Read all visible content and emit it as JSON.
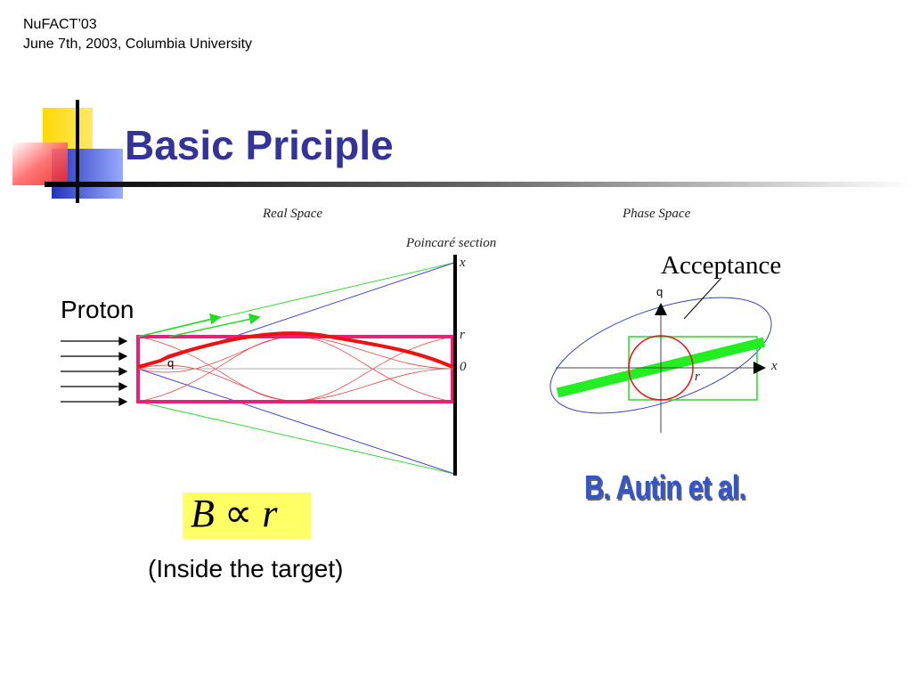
{
  "header": {
    "conference": "NuFACT’03",
    "date_location": "June 7th, 2003, Columbia University"
  },
  "slide": {
    "title": "Basic Priciple"
  },
  "real_space": {
    "heading": "Real Space",
    "poincare_label": "Poincaré section",
    "axis_x": "x",
    "axis_r": "r",
    "axis_0": "0",
    "q_label": "q",
    "proton_label": "Proton"
  },
  "phase_space": {
    "heading": "Phase Space",
    "acceptance_label": "Acceptance",
    "axis_q": "q",
    "axis_x": "x",
    "axis_r": "r"
  },
  "formula": {
    "lhs": "B",
    "relation": "∝",
    "rhs": "r"
  },
  "note": "(Inside the target)",
  "credit": "B. Autin et al.",
  "colors": {
    "title": "#333399",
    "target_box": "#e8207a",
    "trajectory": "#ee1111",
    "green": "#22dd22",
    "blue_lines": "#4444dd",
    "formula_bg": "#ffff66",
    "credit": "#3355cc"
  }
}
